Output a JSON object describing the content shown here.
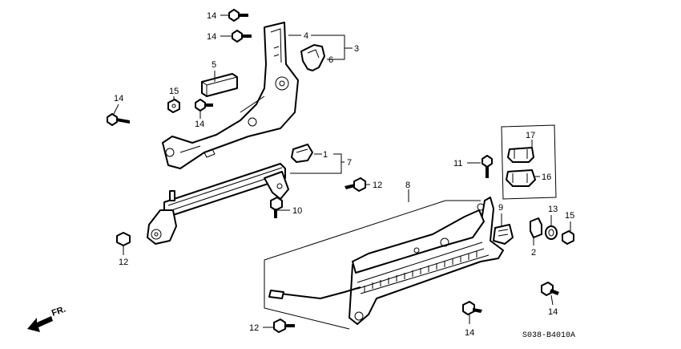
{
  "colors": {
    "ink": "#000000",
    "paper": "#ffffff"
  },
  "callouts": [
    {
      "id": "c14a",
      "text": "14"
    },
    {
      "id": "c14b",
      "text": "14"
    },
    {
      "id": "c4",
      "text": "4"
    },
    {
      "id": "c3",
      "text": "3"
    },
    {
      "id": "c6",
      "text": "6"
    },
    {
      "id": "c5",
      "text": "5"
    },
    {
      "id": "c15a",
      "text": "15"
    },
    {
      "id": "c14c",
      "text": "14"
    },
    {
      "id": "c14d",
      "text": "14"
    },
    {
      "id": "c1",
      "text": "1"
    },
    {
      "id": "c7",
      "text": "7"
    },
    {
      "id": "c12a",
      "text": "12"
    },
    {
      "id": "c10",
      "text": "10"
    },
    {
      "id": "c12b",
      "text": "12"
    },
    {
      "id": "c8",
      "text": "8"
    },
    {
      "id": "c11",
      "text": "11"
    },
    {
      "id": "c17",
      "text": "17"
    },
    {
      "id": "c16",
      "text": "16"
    },
    {
      "id": "c9",
      "text": "9"
    },
    {
      "id": "c13",
      "text": "13"
    },
    {
      "id": "c15b",
      "text": "15"
    },
    {
      "id": "c2",
      "text": "2"
    },
    {
      "id": "c14e",
      "text": "14"
    },
    {
      "id": "c14f",
      "text": "14"
    },
    {
      "id": "c12c",
      "text": "12"
    }
  ],
  "direction_label": "FR.",
  "diagram_code": "S038-B4010A"
}
